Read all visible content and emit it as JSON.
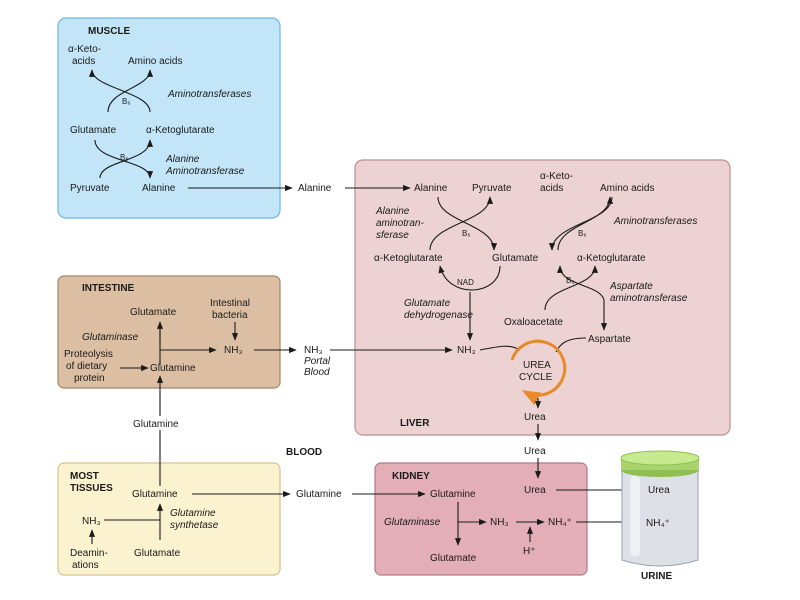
{
  "muscle": {
    "title": "MUSCLE",
    "alpha_keto_acids": [
      "α-Keto-",
      "acids"
    ],
    "amino_acids": "Amino acids",
    "b6_1": "B₆",
    "aminotransferases": "Aminotransferases",
    "glutamate": "Glutamate",
    "alpha_ketoglutarate": "α-Ketoglutarate",
    "b6_2": "B₆",
    "alanine_aminotransferase": [
      "Alanine",
      "Aminotransferase"
    ],
    "pyruvate": "Pyruvate",
    "alanine": "Alanine"
  },
  "blood": {
    "alanine": "Alanine",
    "nh3": "NH₃",
    "portal_blood": [
      "Portal",
      "Blood"
    ],
    "glutamine_up": "Glutamine",
    "label": "BLOOD",
    "urea": "Urea",
    "glutamine": "Glutamine"
  },
  "liver": {
    "title": "LIVER",
    "alanine": "Alanine",
    "pyruvate": "Pyruvate",
    "alpha_keto_acids": [
      "α-Keto-",
      "acids"
    ],
    "amino_acids": "Amino acids",
    "alanine_aminotransferase": [
      "Alanine",
      "aminotran-",
      "sferase"
    ],
    "b6_1": "B₆",
    "aminotransferases": "Aminotransferases",
    "b6_2": "B₆",
    "alpha_ketoglutarate_left": "α-Ketoglutarate",
    "glutamate": "Glutamate",
    "alpha_ketoglutarate_right": "α-Ketoglutarate",
    "nad": "NAD",
    "b6_3": "B₆",
    "aspartate_aminotransferase": [
      "Aspartate",
      "aminotransferase"
    ],
    "glutamate_dehydrogenase": [
      "Glutamate",
      "dehydrogenase"
    ],
    "oxaloacetate": "Oxaloacetate",
    "nh3": "NH₃",
    "aspartate": "Aspartate",
    "urea_cycle": [
      "UREA",
      "CYCLE"
    ],
    "urea": "Urea",
    "cycle_color": "#e8892a"
  },
  "intestine": {
    "title": "INTESTINE",
    "glutamate": "Glutamate",
    "intestinal_bacteria": [
      "Intestinal",
      "bacteria"
    ],
    "glutaminase": "Glutaminase",
    "nh3": "NH₃",
    "proteolysis": [
      "Proteolysis",
      "of dietary",
      "protein"
    ],
    "glutamine": "Glutamine"
  },
  "tissues": {
    "title": [
      "MOST",
      "TISSUES"
    ],
    "glutamine": "Glutamine",
    "nh3": "NH₃",
    "glutamine_synthetase": [
      "Glutamine",
      "synthetase"
    ],
    "deaminations": [
      "Deamin-",
      "ations"
    ],
    "glutamate": "Glutamate"
  },
  "kidney": {
    "title": "KIDNEY",
    "glutamine": "Glutamine",
    "urea": "Urea",
    "glutaminase": "Glutaminase",
    "nh3": "NH₃",
    "nh4": "NH₄⁺",
    "h_plus": "H⁺",
    "glutamate": "Glutamate"
  },
  "urine": {
    "urea": "Urea",
    "nh4": "NH₄⁺",
    "label": "URINE",
    "lid_color": "#b6e07a",
    "jar_color": "#dde0e6"
  },
  "colors": {
    "muscle_bg": "#c2e6f8",
    "muscle_border": "#6cb8e0",
    "liver_bg": "#ecd2d2",
    "liver_border": "#b98f8f",
    "intestine_bg": "#dcbfa3",
    "intestine_border": "#a88464",
    "tissues_bg": "#fbf3cf",
    "tissues_border": "#d4c489",
    "kidney_bg": "#e4aeb8",
    "kidney_border": "#b37a86"
  }
}
